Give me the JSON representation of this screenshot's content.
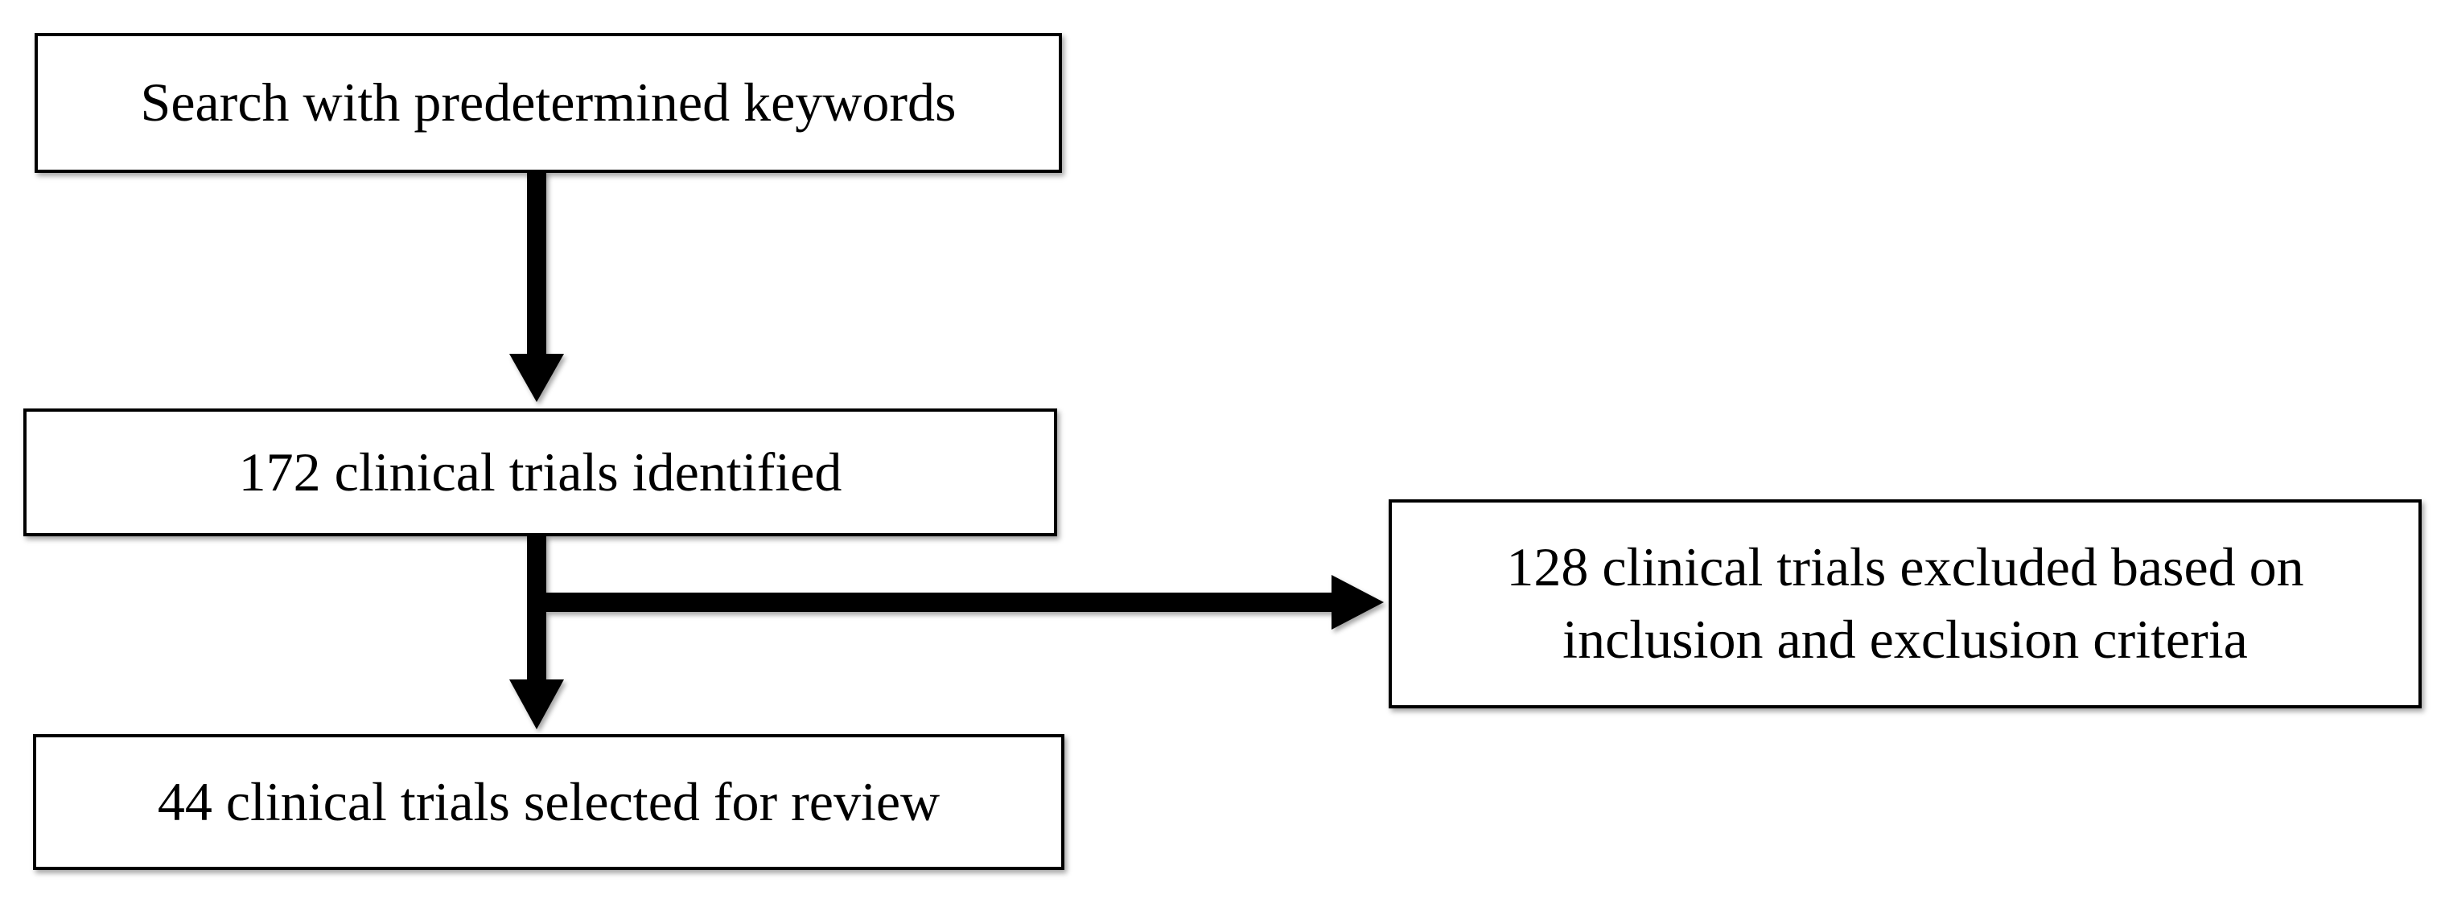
{
  "flowchart": {
    "nodes": [
      {
        "id": "search",
        "label": "Search with predetermined keywords"
      },
      {
        "id": "identified",
        "label": "172 clinical trials identified"
      },
      {
        "id": "excluded",
        "label_lines": [
          "128 clinical trials excluded based on",
          "inclusion and exclusion criteria"
        ]
      },
      {
        "id": "selected",
        "label": "44 clinical trials selected for review"
      }
    ],
    "edges": [
      {
        "from": "search",
        "to": "identified"
      },
      {
        "from": "identified",
        "to": "selected"
      },
      {
        "from": "identified",
        "to": "excluded"
      }
    ]
  }
}
